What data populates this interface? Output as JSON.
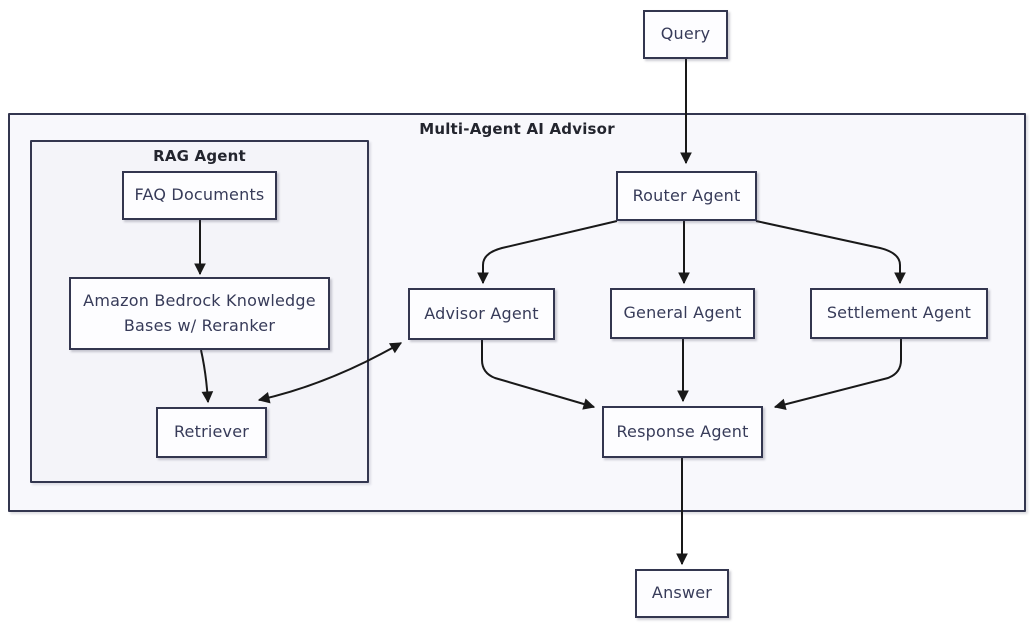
{
  "diagram": {
    "type": "flowchart",
    "clusters": {
      "outer": {
        "title": "Multi-Agent AI Advisor"
      },
      "rag": {
        "title": "RAG Agent"
      }
    },
    "nodes": {
      "query": {
        "label": "Query"
      },
      "faq": {
        "label": "FAQ Documents"
      },
      "bedrock": {
        "label": "Amazon Bedrock Knowledge Bases w/ Reranker",
        "line1": "Amazon Bedrock Knowledge",
        "line2": "Bases w/ Reranker"
      },
      "retriever": {
        "label": "Retriever"
      },
      "router": {
        "label": "Router Agent"
      },
      "advisor": {
        "label": "Advisor Agent"
      },
      "general": {
        "label": "General Agent"
      },
      "settlement": {
        "label": "Settlement Agent"
      },
      "response": {
        "label": "Response Agent"
      },
      "answer": {
        "label": "Answer"
      }
    },
    "edges": [
      {
        "from": "Query",
        "to": "Router Agent",
        "bidirectional": false
      },
      {
        "from": "FAQ Documents",
        "to": "Amazon Bedrock Knowledge Bases w/ Reranker",
        "bidirectional": false
      },
      {
        "from": "Amazon Bedrock Knowledge Bases w/ Reranker",
        "to": "Retriever",
        "bidirectional": false
      },
      {
        "from": "Retriever",
        "to": "Advisor Agent",
        "bidirectional": true
      },
      {
        "from": "Router Agent",
        "to": "Advisor Agent",
        "bidirectional": false
      },
      {
        "from": "Router Agent",
        "to": "General Agent",
        "bidirectional": false
      },
      {
        "from": "Router Agent",
        "to": "Settlement Agent",
        "bidirectional": false
      },
      {
        "from": "Advisor Agent",
        "to": "Response Agent",
        "bidirectional": false
      },
      {
        "from": "General Agent",
        "to": "Response Agent",
        "bidirectional": false
      },
      {
        "from": "Settlement Agent",
        "to": "Response Agent",
        "bidirectional": false
      },
      {
        "from": "Response Agent",
        "to": "Answer",
        "bidirectional": false
      }
    ],
    "colors": {
      "node_border": "#33364f",
      "node_fill": "#fdfdff",
      "node_text": "#373b59",
      "cluster_outer_fill": "#f8f8fc",
      "cluster_rag_fill": "#f4f4f9",
      "cluster_title_text": "#23252e",
      "edge_stroke": "#191919",
      "page_background": "#ffffff"
    }
  }
}
